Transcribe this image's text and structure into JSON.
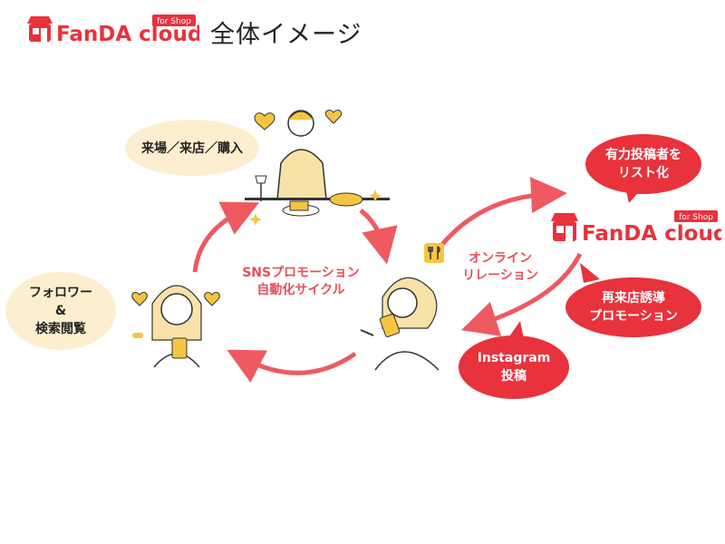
{
  "header": {
    "brand_main": "FanDA cloud",
    "brand_tag": "for Shop",
    "title": "全体イメージ"
  },
  "nodes": {
    "visit": {
      "label": "来場／来店／購入"
    },
    "follower": {
      "lines": [
        "フォロワー",
        "&",
        "検索閲覧"
      ]
    },
    "cycle": {
      "lines": [
        "SNSプロモーション",
        "自動化サイクル"
      ]
    },
    "relation": {
      "lines": [
        "オンライン",
        "リレーション"
      ]
    },
    "poster": {
      "lines": [
        "有力投稿者を",
        "リスト化"
      ]
    },
    "promo": {
      "lines": [
        "再来店誘導",
        "プロモーション"
      ]
    },
    "instagram": {
      "lines": [
        "Instagram",
        "投稿"
      ]
    }
  },
  "brand_right": {
    "main": "FanDA cloud",
    "tag": "for Shop"
  },
  "colors": {
    "accent_red": "#e8323c",
    "arrow_red": "#ee5a60",
    "cream": "#fcefd0",
    "yellow": "#f5c542"
  },
  "icons": [
    "shop-logo-icon",
    "heart-icon",
    "sparkle-icon",
    "fork-knife-icon",
    "smartphone-icon",
    "arrow-icon"
  ]
}
